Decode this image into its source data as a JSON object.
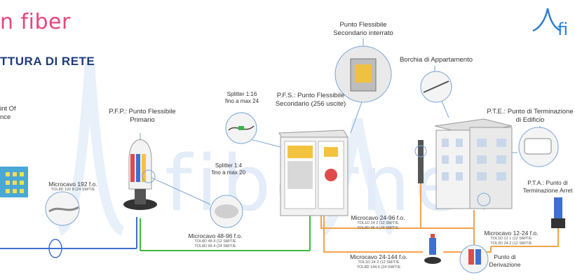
{
  "header": {
    "brand": "n fiber",
    "subtitle": "TTURA DI RETE"
  },
  "watermark": "fiberne",
  "labels": {
    "point_of_presence": "int Of\nnce",
    "pfp": "P.F.P.: Punto Flessibile\nPrimario",
    "splitter_116": "Splitter 1:16\nfino a max 24",
    "splitter_14": "Splitter 1:4\nfino a max 20",
    "pfs": "P.F.S.: Punto Flessibile\nSecondario (256 uscite)",
    "pfs_interrato": "Punto Flessibile\nSecondario interrato",
    "borchia": "Borchia di Appartamento",
    "pte": "P.T.E.: Punto di Terminazione\ndi Edificio",
    "pta": "P.T.A.: Punto di\nTerminazione Arret",
    "derivazione": "Punto di\nDerivazione"
  },
  "cables": [
    {
      "title": "Microcavo 192 f.o.",
      "sub": "TOL8D 192 8 (24 SM/T/E"
    },
    {
      "title": "Microcavo 48-96 f.o.",
      "sub": "TOL8D 48 4 (12 SM/T/E\nTOL8D 96 4 (24 SM/T/E"
    },
    {
      "title": "Microcavo 24-96 f.o.",
      "sub": "TOL1D 24 2 (12 SM/T/E\nTOL8D 96 4 (24 SM/T/E"
    },
    {
      "title": "Microcavo 24-144 f.o.",
      "sub": "TOL1D 24 2 (12 SM/T/E\nTOL8D 144 6 (24 SM/T/E"
    },
    {
      "title": "Microcavo 12-24 f.o.",
      "sub": "TOL1D 12 1 (12 SM/T/E\nTOL2D 24 2 (12 SM/T/E"
    }
  ],
  "colors": {
    "brand": "#e8467c",
    "title": "#1f3b7a",
    "blue_cable": "#3f6fd1",
    "green_cable": "#3dbb3d",
    "orange_cable": "#f5a24a",
    "watermark": "#d6e3f5"
  }
}
